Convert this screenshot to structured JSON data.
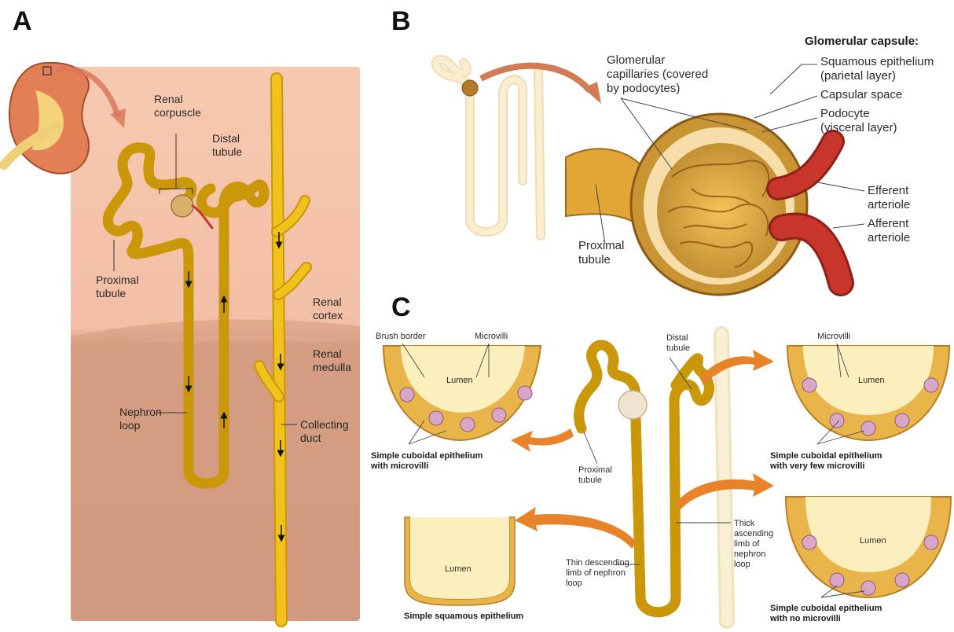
{
  "panels": {
    "a": {
      "letter": "A",
      "labels": {
        "renal_corpuscle": "Renal\ncorpuscle",
        "distal_tubule": "Distal\ntubule",
        "proximal_tubule": "Proximal\ntubule",
        "renal_cortex": "Renal\ncortex",
        "renal_medulla": "Renal\nmedulla",
        "nephron_loop": "Nephron\nloop",
        "collecting_duct": "Collecting\nduct"
      }
    },
    "b": {
      "letter": "B",
      "labels": {
        "glomerular_capillaries": "Glomerular\ncapillaries (covered\nby podocytes)",
        "glomerular_capsule": "Glomerular capsule:",
        "squamous_epithelium": "Squamous epithelium\n(parietal layer)",
        "capsular_space": "Capsular space",
        "podocyte": "Podocyte\n(visceral layer)",
        "efferent_arteriole": "Efferent\narteriole",
        "afferent_arteriole": "Afferent\narteriole",
        "proximal_tubule": "Proximal\ntubule"
      }
    },
    "c": {
      "letter": "C",
      "labels": {
        "brush_border": "Brush border",
        "microvilli_left": "Microvilli",
        "lumen_1": "Lumen",
        "distal_tubule": "Distal\ntubule",
        "microvilli_right": "Microvilli",
        "lumen_2": "Lumen",
        "proximal_tubule": "Proximal\ntubule",
        "thick_ascending": "Thick\nascending\nlimb of\nnephron\nloop",
        "thin_descending": "Thin descending\nlimb of nephron\nloop",
        "lumen_3": "Lumen",
        "lumen_4": "Lumen"
      },
      "captions": {
        "cuboidal_microvilli": "Simple cuboidal epithelium\nwith microvilli",
        "cuboidal_few": "Simple cuboidal epithelium\nwith very few microvilli",
        "cuboidal_none": "Simple cuboidal epithelium\nwith no microvilli",
        "squamous": "Simple squamous epithelium"
      }
    }
  },
  "colors": {
    "tubule": "#f1c21b",
    "tubule_dark": "#c99708",
    "cortex": "#f5c7b0",
    "medulla": "#d9a083",
    "arrow": "#e9832a",
    "artery": "#c8352b",
    "lumen": "#fbf0bd",
    "cell": "#e9b44a"
  }
}
